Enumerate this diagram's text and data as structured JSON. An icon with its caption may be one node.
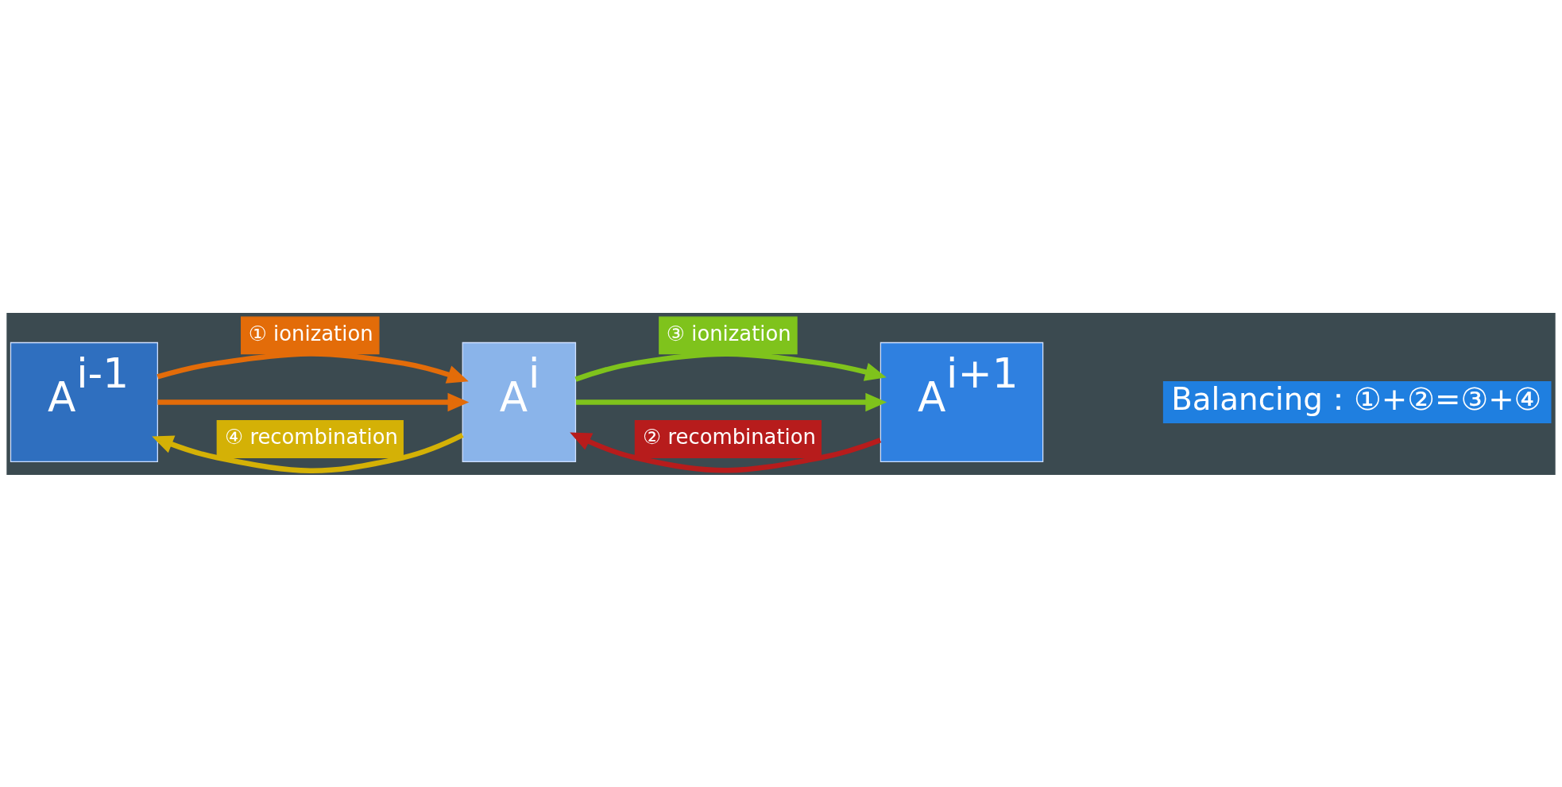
{
  "diagram": {
    "nodes": [
      {
        "text": [
          "A$^{i-1}$"
        ]
      },
      {
        "text": [
          "A$^{i}$"
        ]
      },
      {
        "text": [
          "A$^{i+1}$"
        ]
      }
    ],
    "edges": [
      {
        "from": 0,
        "to": 1,
        "arrow": "to",
        "label": "① ionization",
        "color": "#e36c09"
      },
      {
        "from": 0,
        "to": 1,
        "arrow": "to",
        "color": "#e36c09"
      },
      {
        "from": 1,
        "to": 2,
        "arrow": "to",
        "label": "③ ionization",
        "color": "#7fc31c"
      },
      {
        "from": 1,
        "to": 2,
        "arrow": "to",
        "color": "#7fc31c"
      },
      {
        "from": 2,
        "to": 1,
        "arrow": "to",
        "label": "② recombination",
        "color": "#b71c1c"
      },
      {
        "from": 1,
        "to": 0,
        "arrow": "to",
        "label": "④ recombination",
        "color": "#d4b106"
      }
    ],
    "labels": [
      "Balancing：①+②=③+④"
    ]
  }
}
